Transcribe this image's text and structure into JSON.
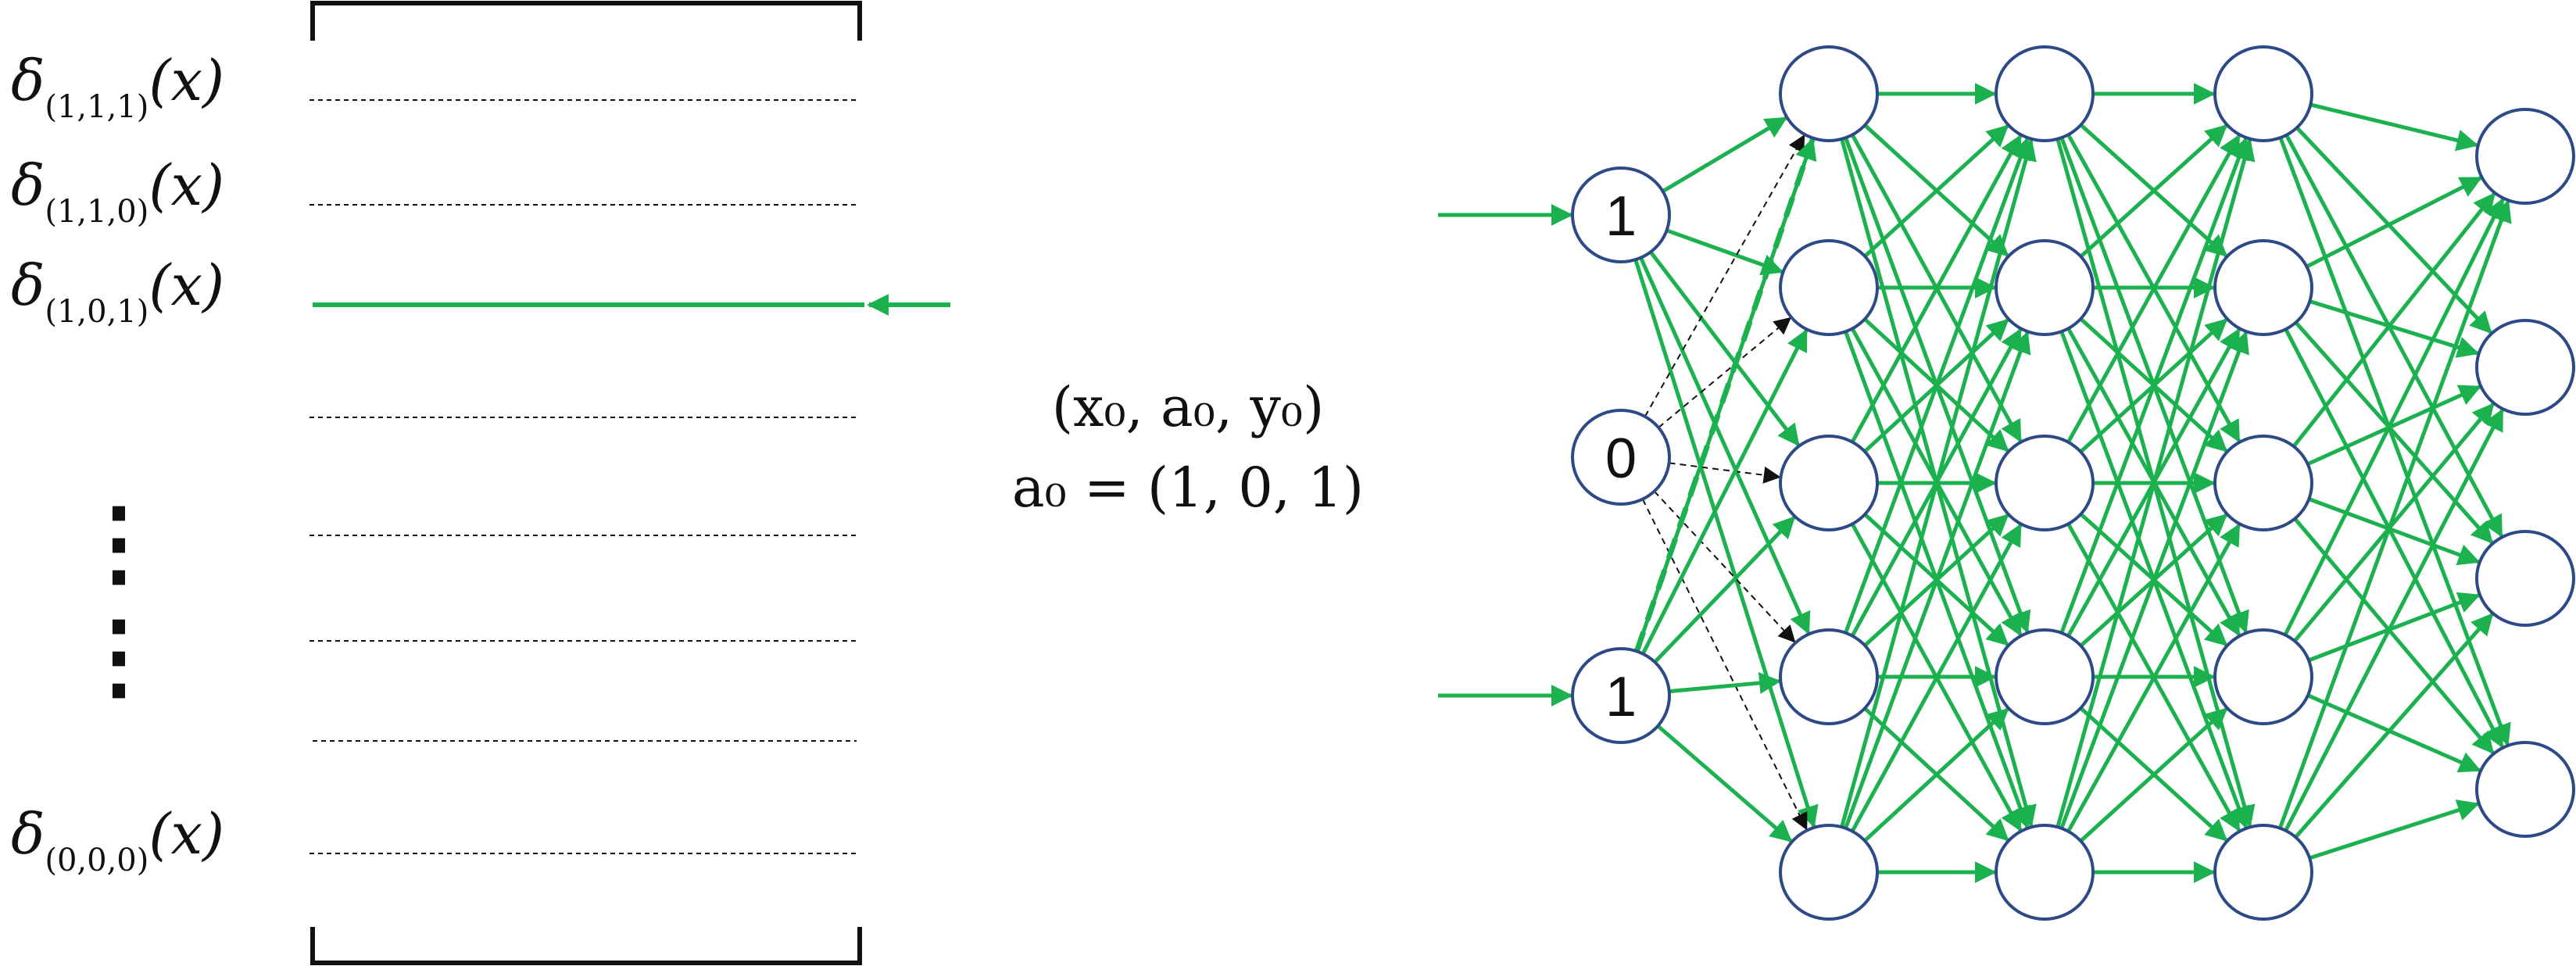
{
  "colors": {
    "green": "#1cb14f",
    "node_stroke": "#2e4a86",
    "ink": "#111111",
    "dashed_black": "#111111"
  },
  "memory": {
    "rows": [
      {
        "id": "r111",
        "label_main": "δ",
        "label_sub": "(1,1,1)",
        "label_arg": "(x)",
        "state": "dotted"
      },
      {
        "id": "r110",
        "label_main": "δ",
        "label_sub": "(1,1,0)",
        "label_arg": "(x)",
        "state": "dotted"
      },
      {
        "id": "r101",
        "label_main": "δ",
        "label_sub": "(1,0,1)",
        "label_arg": "(x)",
        "state": "selected"
      },
      {
        "id": "r4",
        "label_main": "",
        "label_sub": "",
        "label_arg": "",
        "state": "dotted"
      },
      {
        "id": "r5",
        "label_main": "",
        "label_sub": "",
        "label_arg": "",
        "state": "dotted"
      },
      {
        "id": "r6",
        "label_main": "",
        "label_sub": "",
        "label_arg": "",
        "state": "dotted"
      },
      {
        "id": "r7",
        "label_main": "",
        "label_sub": "",
        "label_arg": "",
        "state": "dotted"
      },
      {
        "id": "r000",
        "label_main": "δ",
        "label_sub": "(0,0,0)",
        "label_arg": "(x)",
        "state": "dotted"
      }
    ],
    "ellipsis": "⋮"
  },
  "equation": {
    "line1": "(x₀, a₀, y₀)",
    "line2": "a₀ = (1, 0, 1)"
  },
  "network": {
    "input_values": [
      "1",
      "0",
      "1"
    ],
    "active_inputs": [
      true,
      false,
      true
    ],
    "hidden_layer_sizes": [
      5,
      5,
      5
    ],
    "output_size": 4
  }
}
